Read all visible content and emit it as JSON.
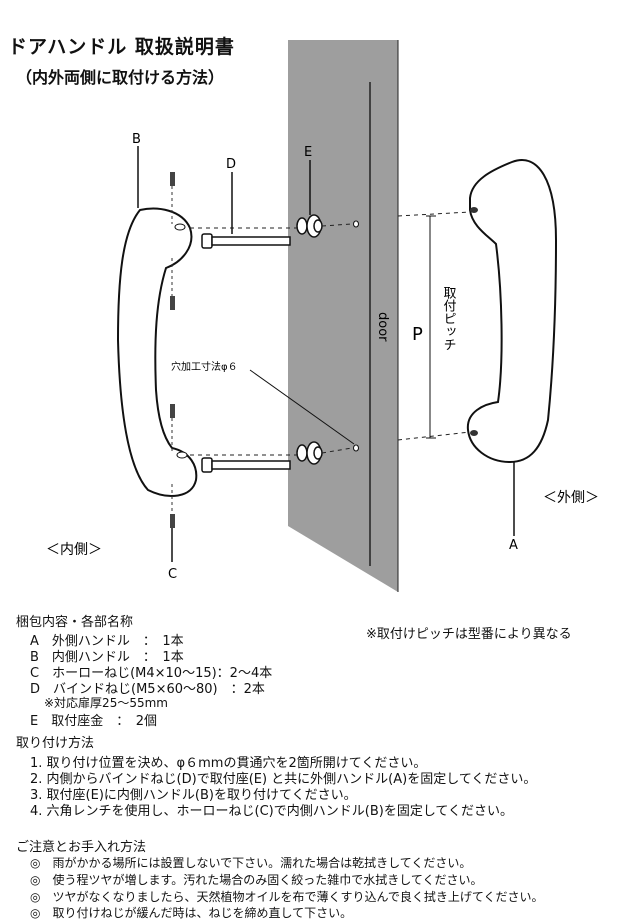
{
  "header": {
    "title": "ドアハンドル 取扱説明書",
    "subtitle": "（内外両側に取付ける方法）"
  },
  "diagram": {
    "labels": {
      "a": "A",
      "b": "B",
      "c": "C",
      "d": "D",
      "e": "E",
      "door": "door",
      "p": "P",
      "pitch": "取付ピッチ",
      "hole": "穴加工寸法φ６",
      "inside": "＜内側＞",
      "outside": "＜外側＞"
    }
  },
  "note": "※取付けピッチは型番により異なる",
  "contents": {
    "heading": "梱包内容・各部名称",
    "items": [
      "A　外側ハンドル　：　1本",
      "B　内側ハンドル　：　1本",
      "C　ホーローねじ(M4×10～15)：2～4本",
      "D　バインドねじ(M5×60～80)　：2本",
      "※対応扉厚25～55mm",
      "E　取付座金　：　2個"
    ]
  },
  "install": {
    "heading": "取り付け方法",
    "steps": [
      "1. 取り付け位置を決め、φ６mmの貫通穴を2箇所開けてください。",
      "2. 内側からバインドねじ(D)で取付座(E) と共に外側ハンドル(A)を固定してください。",
      "3. 取付座(E)に内側ハンドル(B)を取り付けてください。",
      "4. 六角レンチを使用し、ホーローねじ(C)で内側ハンドル(B)を固定してください。"
    ]
  },
  "care": {
    "heading": "ご注意とお手入れ方法",
    "items": [
      "◎　雨がかかる場所には設置しないで下さい。濡れた場合は乾拭きしてください。",
      "◎　使う程ツヤが増します。汚れた場合のみ固く絞った雑巾で水拭きしてください。",
      "◎　ツヤがなくなりましたら、天然植物オイルを布で薄くすり込んで良く拭き上げてください。",
      "◎　取り付けねじが緩んだ時は、ねじを締め直して下さい。"
    ]
  }
}
